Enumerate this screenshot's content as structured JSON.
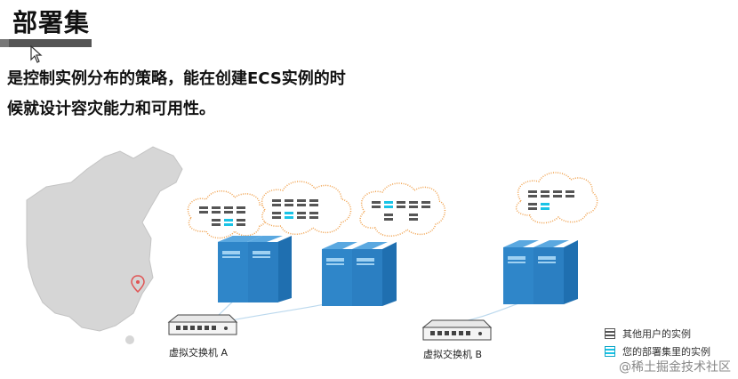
{
  "slide": {
    "title": "部署集",
    "description_line1": "是控制实例分布的策略，能在创建ECS实例的时",
    "description_line2": "候就设计容灾能力和可用性。"
  },
  "switches": [
    {
      "label": "虚拟交换机 A"
    },
    {
      "label": "虚拟交换机 B"
    }
  ],
  "legend": {
    "other_users": "其他用户的实例",
    "your_set": "您的部署集里的实例"
  },
  "watermark": "@稀土掘金技术社区",
  "colors": {
    "server_blue": "#2f86c9",
    "highlight_cyan": "#19c3e6",
    "cloud_orange": "#f0a04b",
    "map_gray": "#d6d6d6",
    "marker_red": "#e05555"
  }
}
